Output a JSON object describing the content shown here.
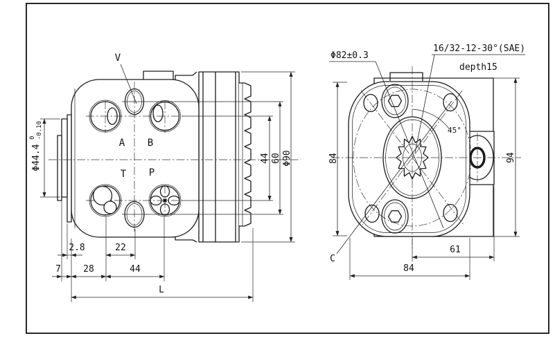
{
  "colors": {
    "line": "#1a1a1a",
    "background": "#ffffff"
  },
  "left_view": {
    "port_labels": {
      "v": "V",
      "a": "A",
      "b": "B",
      "t": "T",
      "p": "P"
    },
    "dims": {
      "pilot_diameter": "Φ44.4",
      "pilot_tol_upper": "0",
      "pilot_tol_lower": "-0.10",
      "d_2_8": "2.8",
      "d_22": "22",
      "d_7": "7",
      "d_28": "28",
      "d_44_bottom": "44",
      "d_overall_length": "L",
      "d_44_right": "44",
      "d_60": "60",
      "d_90": "Φ90"
    }
  },
  "right_view": {
    "labels": {
      "bolt_circle": "Φ82±0.3",
      "spline_spec": "16/32-12-30°(SAE)",
      "spline_depth": "depth15",
      "angle_45": "45°",
      "section_c": "C"
    },
    "dims": {
      "d_84_left": "84",
      "d_94": "94",
      "d_61": "61",
      "d_84_bottom": "84"
    }
  }
}
